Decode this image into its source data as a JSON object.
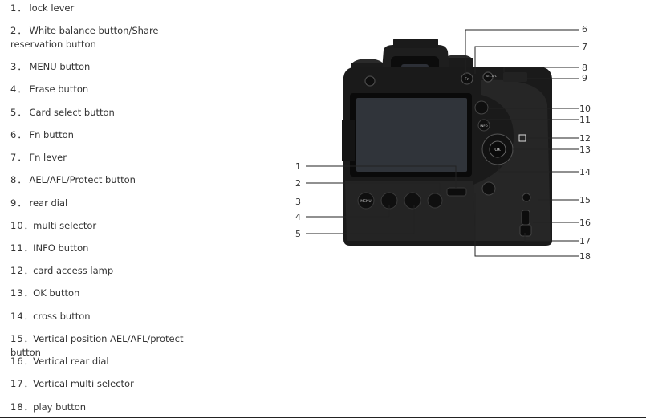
{
  "legend": [
    {
      "num": "1",
      "label": "lock lever"
    },
    {
      "num": "2",
      "label": "White balance button/Share reservation button"
    },
    {
      "num": "3",
      "label": "MENU button"
    },
    {
      "num": "4",
      "label": "Erase button"
    },
    {
      "num": "5",
      "label": "Card select button"
    },
    {
      "num": "6",
      "label": "Fn button"
    },
    {
      "num": "7",
      "label": "Fn lever"
    },
    {
      "num": "8",
      "label": "AEL/AFL/Protect button"
    },
    {
      "num": "9",
      "label": "rear dial"
    },
    {
      "num": "10",
      "label": "multi selector"
    },
    {
      "num": "11",
      "label": "INFO button"
    },
    {
      "num": "12",
      "label": "card access lamp"
    },
    {
      "num": "13",
      "label": "OK button"
    },
    {
      "num": "14",
      "label": "cross button"
    },
    {
      "num": "15",
      "label": "Vertical position AEL/AFL/protect button"
    },
    {
      "num": "16",
      "label": "Vertical rear dial"
    },
    {
      "num": "17",
      "label": "Vertical multi selector"
    },
    {
      "num": "18",
      "label": "play button"
    }
  ],
  "camera_labels": {
    "menu": "MENU",
    "ok": "OK",
    "info": "INFO",
    "fn": "Fn",
    "ael": "AEL AFL"
  },
  "callout_numbers": [
    "1",
    "2",
    "3",
    "4",
    "5",
    "6",
    "7",
    "8",
    "9",
    "10",
    "11",
    "12",
    "13",
    "14",
    "15",
    "16",
    "17",
    "18"
  ]
}
